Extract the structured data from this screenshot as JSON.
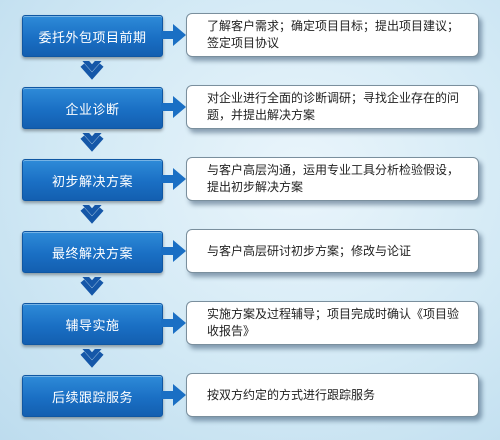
{
  "steps": [
    {
      "label": "委托外包项目前期",
      "desc": "了解客户需求；确定项目目标；提出项目建议；签定项目协议"
    },
    {
      "label": "企业诊断",
      "desc": "对企业进行全面的诊断调研；寻找企业存在的问题，并提出解决方案"
    },
    {
      "label": "初步解决方案",
      "desc": "与客户高层沟通，运用专业工具分析检验假设，提出初步解决方案"
    },
    {
      "label": "最终解决方案",
      "desc": "与客户高层研讨初步方案；修改与论证"
    },
    {
      "label": "辅导实施",
      "desc": "实施方案及过程辅导；项目完成时确认《项目验收报告》"
    },
    {
      "label": "后续跟踪服务",
      "desc": "按双方约定的方式进行跟踪服务"
    }
  ],
  "colors": {
    "button": "#1a6fc4",
    "arrow": "#1557a8",
    "background": "#d2e9f5"
  },
  "icons": {
    "down": "down-arrow-icon",
    "right": "right-arrow-icon"
  }
}
